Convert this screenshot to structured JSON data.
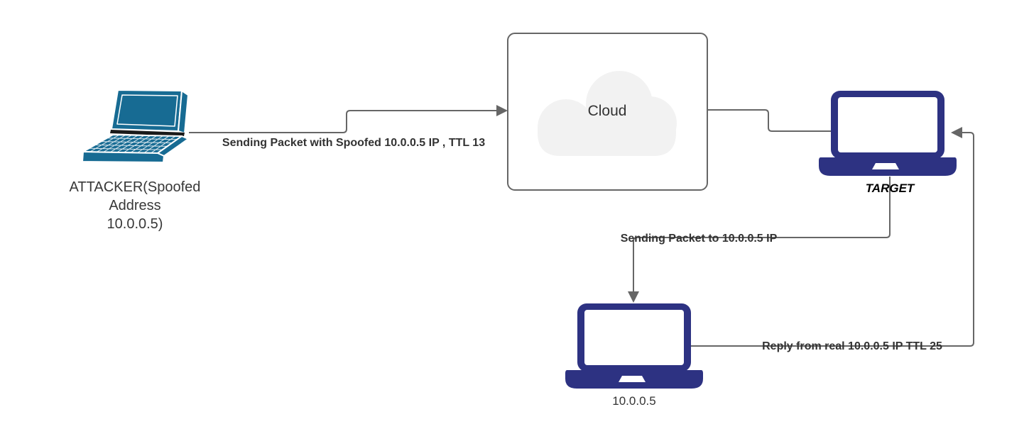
{
  "diagram": {
    "type": "network-flow-diagram",
    "topic": "IP spoofing packet flow",
    "colors": {
      "edge_line": "#666666",
      "edge_label_text": "#333333",
      "attacker_laptop": "#176b93",
      "target_laptop": "#2d3282",
      "real_host_laptop": "#2d3282",
      "cloud_fill": "#f2f2f2",
      "cloud_box_border": "#666666",
      "background": "#ffffff"
    },
    "nodes": {
      "attacker": {
        "icon": "laptop-perspective-icon",
        "label_lines": [
          "ATTACKER(Spoofed",
          "Address",
          "10.0.0.5)"
        ]
      },
      "cloud": {
        "icon": "cloud-icon",
        "label": "Cloud"
      },
      "target": {
        "icon": "laptop-front-icon",
        "label": "TARGET"
      },
      "real_host": {
        "icon": "laptop-front-icon",
        "label": "10.0.0.5"
      }
    },
    "edges": {
      "attacker_to_cloud": {
        "label": "Sending Packet with Spoofed 10.0.0.5 IP , TTL 13",
        "arrow": "into-cloud"
      },
      "cloud_to_target": {
        "label": "",
        "arrow": "none"
      },
      "target_to_real_host": {
        "label": "Sending Packet to 10.0.0.5 IP",
        "arrow": "down-into-real-host"
      },
      "real_host_to_target": {
        "label": "Reply from real 10.0.0.5 IP TTL 25",
        "arrow": "left-into-target"
      }
    }
  }
}
